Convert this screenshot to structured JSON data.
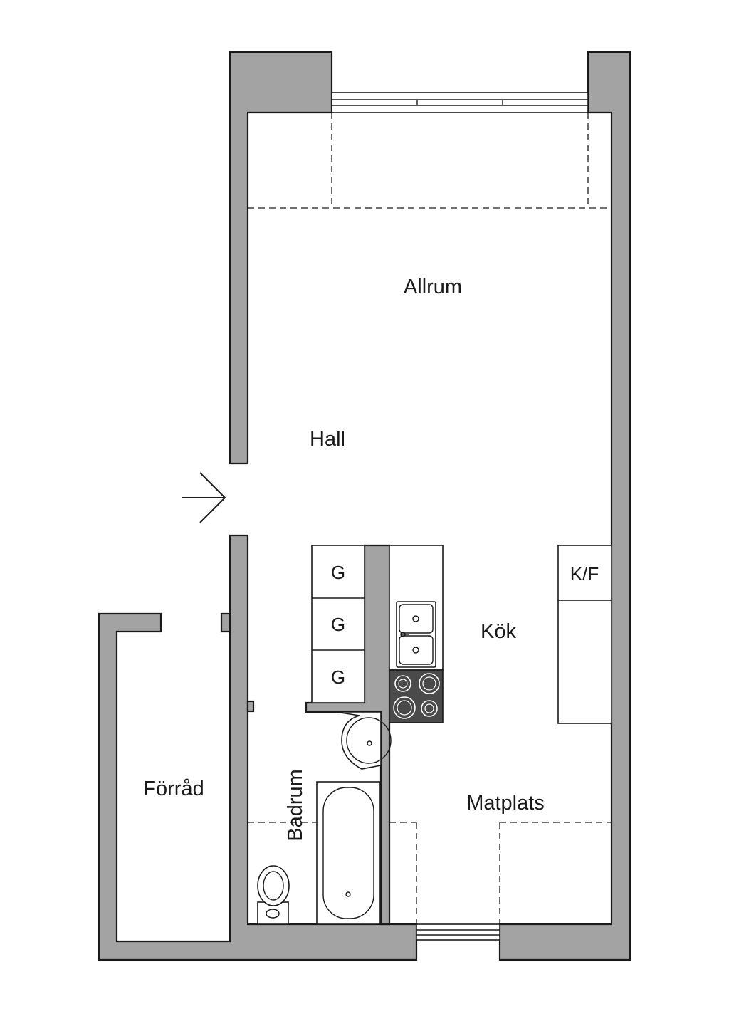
{
  "rooms": {
    "allrum": "Allrum",
    "hall": "Hall",
    "kok": "Kök",
    "matplats": "Matplats",
    "badrum": "Badrum",
    "forrad": "Förråd"
  },
  "appliances": {
    "wardrobe_1": "G",
    "wardrobe_2": "G",
    "wardrobe_3": "G",
    "fridge_freezer": "K/F"
  },
  "icons": {
    "entrance": "entrance-arrow-icon",
    "sink": "kitchen-sink-icon",
    "stove": "stove-icon",
    "washbasin": "washbasin-icon",
    "bathtub": "bathtub-icon",
    "toilet": "toilet-icon",
    "window": "window-icon"
  },
  "colors": {
    "wall": "#a3a3a3",
    "stove": "#4a4a4a",
    "line": "#1a1a1a"
  }
}
